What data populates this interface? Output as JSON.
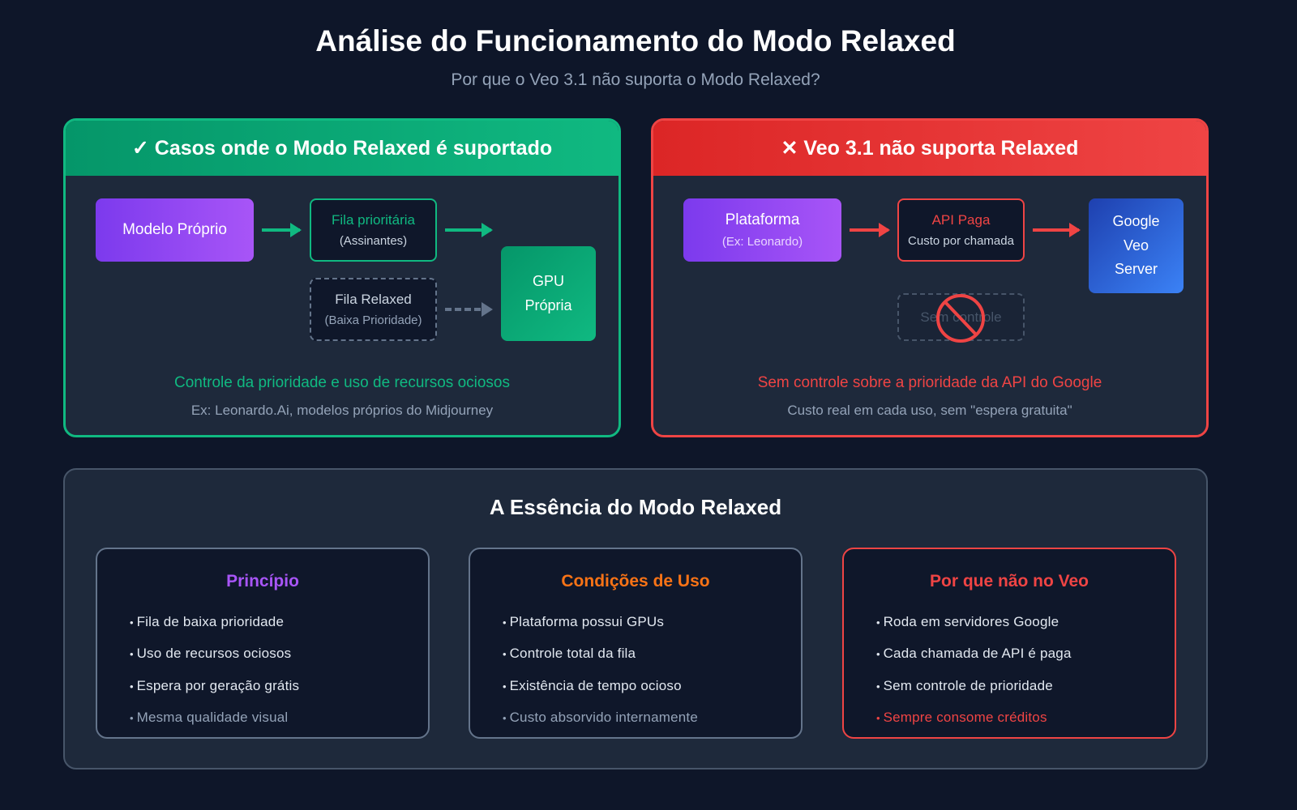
{
  "title": "Análise do Funcionamento do Modo Relaxed",
  "subtitle": "Por que o Veo 3.1 não suporta o Modo Relaxed?",
  "left_panel": {
    "header": "✓ Casos onde o Modo Relaxed é suportado",
    "accent": "#10b981",
    "model": "Modelo Próprio",
    "priority_queue": {
      "title": "Fila prioritária",
      "sub": "(Assinantes)"
    },
    "relaxed_queue": {
      "title": "Fila Relaxed",
      "sub": "(Baixa Prioridade)"
    },
    "gpu": {
      "line1": "GPU",
      "line2": "Própria"
    },
    "note": "Controle da prioridade e uso de recursos ociosos",
    "example": "Ex: Leonardo.Ai, modelos próprios do Midjourney"
  },
  "right_panel": {
    "header": "✕ Veo 3.1 não suporta Relaxed",
    "accent": "#ef4444",
    "platform": {
      "title": "Plataforma",
      "sub": "(Ex: Leonardo)"
    },
    "api": {
      "title": "API Paga",
      "sub": "Custo por chamada"
    },
    "server": {
      "line1": "Google",
      "line2": "Veo",
      "line3": "Server"
    },
    "no_control": "Sem controle",
    "no_control_icon": "prohibited-icon",
    "note": "Sem controle sobre a prioridade da API do Google",
    "example": "Custo real em cada uso, sem \"espera gratuita\""
  },
  "essence": {
    "title": "A Essência do Modo Relaxed",
    "cards": [
      {
        "title": "Princípio",
        "color": "#a855f7",
        "items": [
          "Fila de baixa prioridade",
          "Uso de recursos ociosos",
          "Espera por geração grátis",
          "Mesma qualidade visual"
        ]
      },
      {
        "title": "Condições de Uso",
        "color": "#f97316",
        "items": [
          "Plataforma possui GPUs",
          "Controle total da fila",
          "Existência de tempo ocioso",
          "Custo absorvido internamente"
        ]
      },
      {
        "title": "Por que não no Veo",
        "color": "#ef4444",
        "items": [
          "Roda em servidores Google",
          "Cada chamada de API é paga",
          "Sem controle de prioridade",
          "Sempre consome créditos"
        ]
      }
    ]
  }
}
